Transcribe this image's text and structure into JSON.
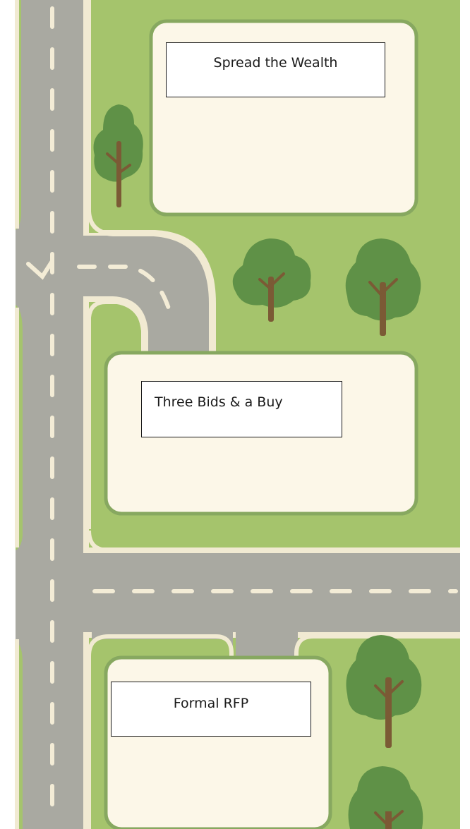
{
  "lots": [
    {
      "label": "Spread the Wealth"
    },
    {
      "label": "Three Bids & a Buy"
    },
    {
      "label": "Formal RFP"
    }
  ],
  "colors": {
    "grass": "#a5c46c",
    "road": "#a9a9a1",
    "road_edge": "#f1ead2",
    "lot_fill": "#fcf7e8",
    "lot_border": "#87a860",
    "tree_canopy": "#5f9147",
    "tree_trunk": "#7b5a35"
  }
}
